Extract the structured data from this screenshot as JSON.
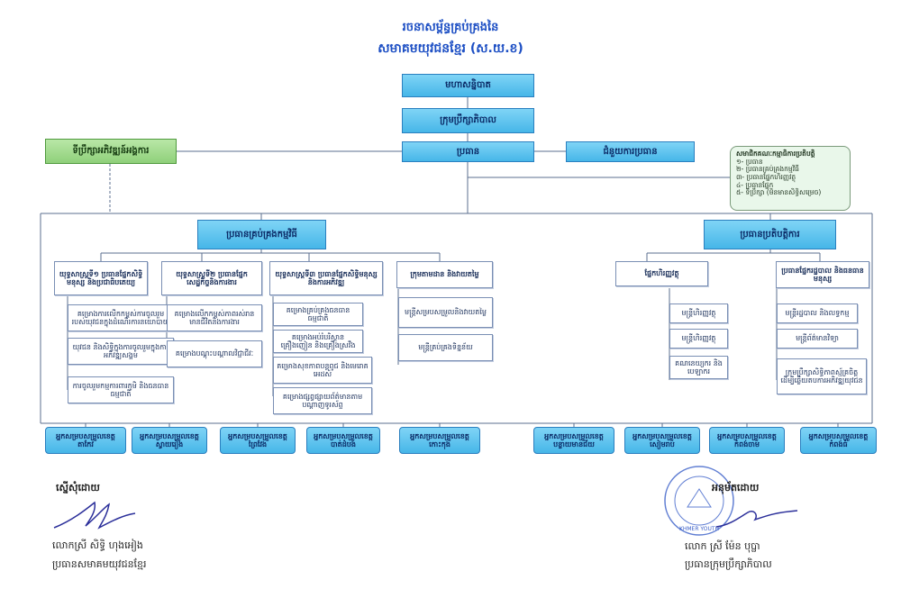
{
  "title": {
    "line1": "រចនាសម្ព័ន្ធគ្រប់គ្រងនៃ",
    "line2": "សមាគមយុវជនខ្មែរ (ស.យ.ខ)"
  },
  "top": {
    "assembly": "មហាសន្និបាត",
    "board": "ក្រុមប្រឹក្សាភិបាល",
    "president": "ប្រធាន",
    "assistant": "ជំនួយការប្រធាន",
    "advisors": "ទីប្រឹក្សាអភិវឌ្ឍន៍អង្គការ"
  },
  "committee": {
    "title": "សមាជិកគណៈកម្មាធិការប្រតិបត្តិ",
    "items": [
      "១- ប្រធាន",
      "២- ប្រធានគ្រប់គ្រងកម្មវិធី",
      "៣- ប្រធានផ្នែកហិរញ្ញវត្ថុ",
      "៤- ប្រធានផ្នែក",
      "៥- ទីប្រឹក្សា (មិនមានសិទ្ធិសម្រេច)"
    ]
  },
  "program_manager": "ប្រធានគ្រប់គ្រងកម្មវិធី",
  "ops_manager": "ប្រធានប្រតិបត្តិការ",
  "columns": [
    {
      "head": "យុទ្ធសាស្ត្រទី១ ប្រធានផ្នែកសិទ្ធិមនុស្ស និងប្រជាធិបតេយ្យ",
      "items": [
        "គម្រោងការលើកកម្ពស់ការចូលរួមរបស់យុវជនក្នុងដំណើរការនយោបាយ",
        "យុវជន និងសិទ្ធិក្នុងការចូលរួមក្នុងការអភិវឌ្ឍសង្គម",
        "ការចូលរួមកម្មការពារភូមិ និងធនធានធម្មជាតិ"
      ]
    },
    {
      "head": "យុទ្ធសាស្ត្រទី២ ប្រធានផ្នែកសេដ្ឋកិច្ចនិងការងារ",
      "items": [
        "គម្រោងលើកកម្ពស់ភាពរស់រានមានជីវិតនិងការងារ",
        "គម្រោងបណ្តុះបណ្តាលវិជ្ជាជីវៈ"
      ]
    },
    {
      "head": "យុទ្ធសាស្ត្រទី៣ ប្រធានផ្នែកសិទ្ធិមនុស្ស និងការអភិវឌ្ឍ",
      "items": [
        "គម្រោងគ្រប់គ្រងធនធានធម្មជាតិ",
        "គម្រោងអប់រំបរិស្ថានគ្រឿងញៀន និងគ្រឿងស្រវឹង",
        "គម្រោងសុខភាពបន្តពូជ និងមេរោគអេដស៍",
        "គម្រោងផ្សព្វផ្សាយព័ត៌មានតាមបណ្តាញទូរស័ព្ទ"
      ]
    },
    {
      "head": "ក្រុមតាមដាន និងវាយតម្លៃ",
      "items": [
        "មន្ត្រីសម្របសម្រួលនិងវាយតម្លៃ",
        "មន្ត្រីគ្រប់គ្រងទិន្នន័យ"
      ]
    },
    {
      "head": "ផ្នែកហិរញ្ញវត្ថុ",
      "items": [
        "មន្ត្រីហិរញ្ញវត្ថុ",
        "មន្ត្រីហិរញ្ញវត្ថុ",
        "គណនេយ្យករ និងបេឡាករ"
      ]
    },
    {
      "head": "ប្រធានផ្នែករដ្ឋបាល និងធនធានមនុស្ស",
      "items": [
        "មន្ត្រីរដ្ឋបាល និងលទ្ធកម្ម",
        "មន្ត្រីព័ត៌មានវិទ្យា",
        "ក្រុមប្រឹក្សាសិទ្ធិភាពស្ម័គ្រចិត្តដើម្បីឆ្លើយតបការអភិវឌ្ឍយុវជន"
      ]
    }
  ],
  "provinces": [
    "អ្នកសម្របសម្រួលខេត្តតាកែវ",
    "អ្នកសម្របសម្រួលខេត្តស្វាយរៀង",
    "អ្នកសម្របសម្រួលខេត្តព្រៃវែង",
    "អ្នកសម្របសម្រួលខេត្តបាត់ដំបង",
    "អ្នកសម្របសម្រួលខេត្តកោះកុង",
    "អ្នកសម្របសម្រួលខេត្តបន្ទាយមានជ័យ",
    "អ្នកសម្របសម្រួលខេត្តសៀមរាប",
    "អ្នកសម្របសម្រួលខេត្តកំពង់ចាម",
    "អ្នកសម្របសម្រួលខេត្តកំពង់ធំ"
  ],
  "signatures": {
    "left_label": "ស្នើសុំដោយ",
    "left_name": "លោកស្រី សិទ្ធិ ហុងអៀង",
    "left_title": "ប្រធានសមាគមយុវជនខ្មែរ",
    "right_label": "អនុម័តដោយ",
    "right_name": "លោក ស្រី ម៉ែន បុប្ផា",
    "right_title": "ប្រធានក្រុមប្រឹក្សាភិបាល",
    "stamp_text": "KHMER YOUTH ASSOCIATION"
  }
}
